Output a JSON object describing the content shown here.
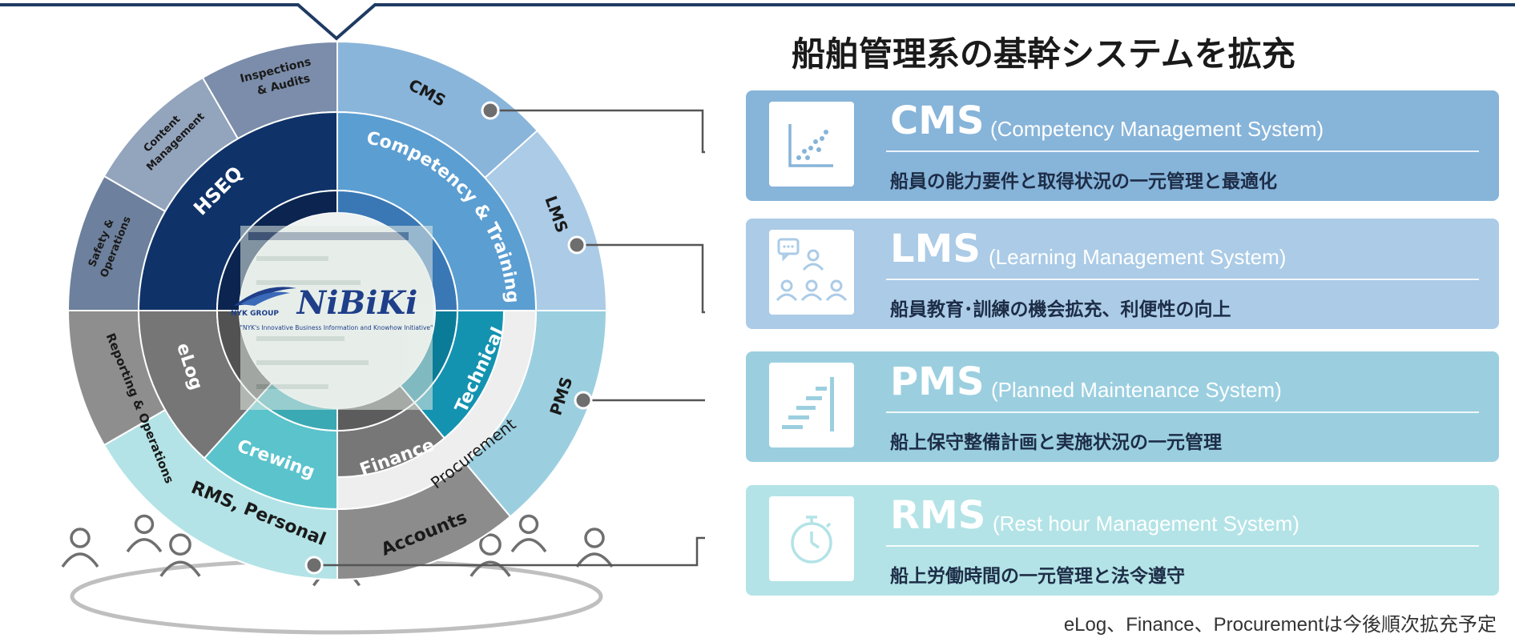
{
  "title": "船舶管理系の基幹システムを拡充",
  "footnote": "eLog、Finance、Procurementは今後順次拡充予定",
  "colors": {
    "top_rule": "#1f3b63",
    "cms_panel": "#87b4d9",
    "lms_panel": "#abcbe6",
    "pms_panel": "#9bcfe0",
    "rms_panel": "#b3e3e6",
    "connector": "#555555"
  },
  "wheel": {
    "outer_labels": {
      "cms": "CMS",
      "lms": "LMS",
      "pms": "PMS",
      "accounts": "Accounts",
      "rms_personal": "RMS, Personal",
      "reporting": "Reporting & Operations",
      "safety_line1": "Safety &",
      "safety_line2": "Operations",
      "content_line1": "Content",
      "content_line2": "Management",
      "inspections_line1": "Inspections",
      "inspections_line2": "& Audits"
    },
    "inner_labels": {
      "hseq": "HSEQ",
      "competency": "Competency & Training",
      "technical": "Technical",
      "finance": "Finance",
      "procurement": "Procurement",
      "crewing": "Crewing",
      "elog": "eLog"
    },
    "logo": {
      "group": "NYK GROUP",
      "name": "NiBiKi",
      "tagline": "\"NYK's Innovative Business Information and Knowhow Initiative\""
    }
  },
  "systems": [
    {
      "acronym": "CMS",
      "full": "(Competency Management System)",
      "desc": "船員の能力要件と取得状況の一元管理と最適化",
      "icon": "scatter-chart-icon"
    },
    {
      "acronym": "LMS",
      "full": "(Learning Management System)",
      "desc": "船員教育･訓練の機会拡充、利便性の向上",
      "icon": "people-learning-icon"
    },
    {
      "acronym": "PMS",
      "full": "(Planned Maintenance System)",
      "desc": "船上保守整備計画と実施状況の一元管理",
      "icon": "steps-chart-icon"
    },
    {
      "acronym": "RMS",
      "full": "(Rest hour Management System)",
      "desc": "船上労働時間の一元管理と法令遵守",
      "icon": "stopwatch-icon"
    }
  ]
}
